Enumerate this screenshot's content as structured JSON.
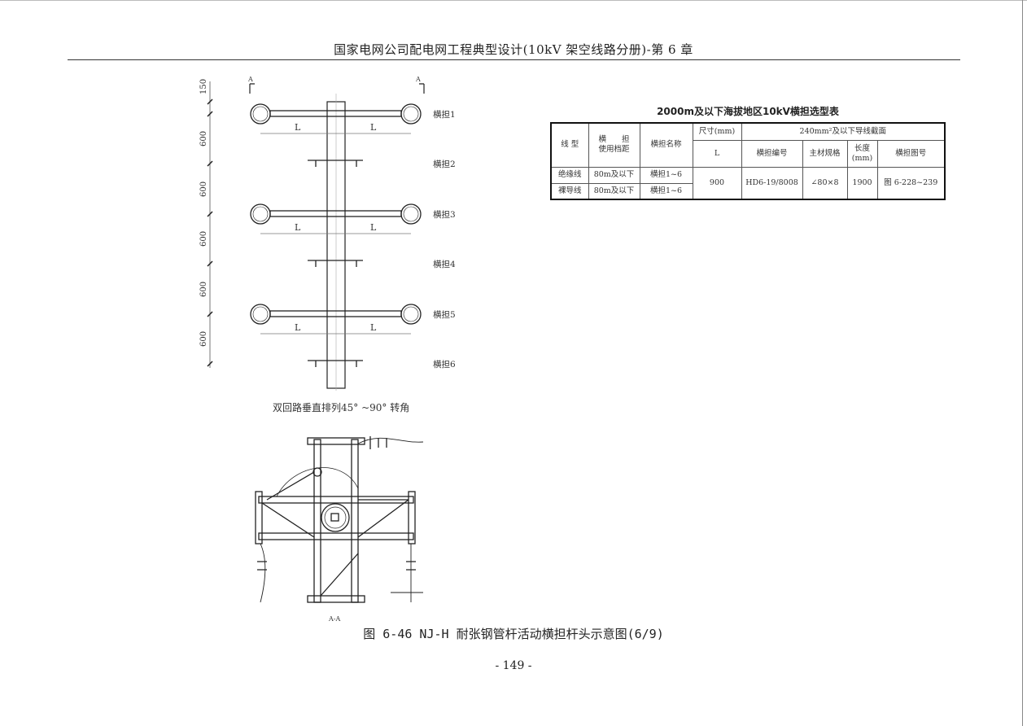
{
  "header": {
    "title": "国家电网公司配电网工程典型设计(10kV 架空线路分册)-第 6 章"
  },
  "elevation": {
    "section_marks": [
      "A",
      "A"
    ],
    "dimensions": [
      "150",
      "600",
      "600",
      "600",
      "600",
      "600"
    ],
    "span_label": "L",
    "crossarm_labels": [
      "横担1",
      "横担2",
      "横担3",
      "横担4",
      "横担5",
      "横担6"
    ],
    "caption": "双回路垂直排列45° ~90° 转角"
  },
  "section_view": {
    "label": "A-A"
  },
  "table": {
    "title": "2000m及以下海拔地区10kV横担选型表",
    "headers": {
      "line_type": "线 型",
      "span": "横　　担\n使用档距",
      "name": "横担名称",
      "size": "尺寸(mm)",
      "section": "240mm²及以下导线截面",
      "L": "L",
      "code": "横担编号",
      "material": "主材规格",
      "length": "长度(mm)",
      "drawing": "横担图号"
    },
    "rows": [
      {
        "line_type": "绝缘线",
        "span": "80m及以下",
        "name": "横担1~6"
      },
      {
        "line_type": "裸导线",
        "span": "80m及以下",
        "name": "横担1~6"
      }
    ],
    "shared": {
      "L": "900",
      "code": "HD6-19/8008",
      "material": "∠80×8",
      "length": "1900",
      "drawing": "图 6-228~239"
    }
  },
  "figure_caption": "图 6-46  NJ-H 耐张钢管杆活动横担杆头示意图(6/9)",
  "page_number": "- 149 -"
}
